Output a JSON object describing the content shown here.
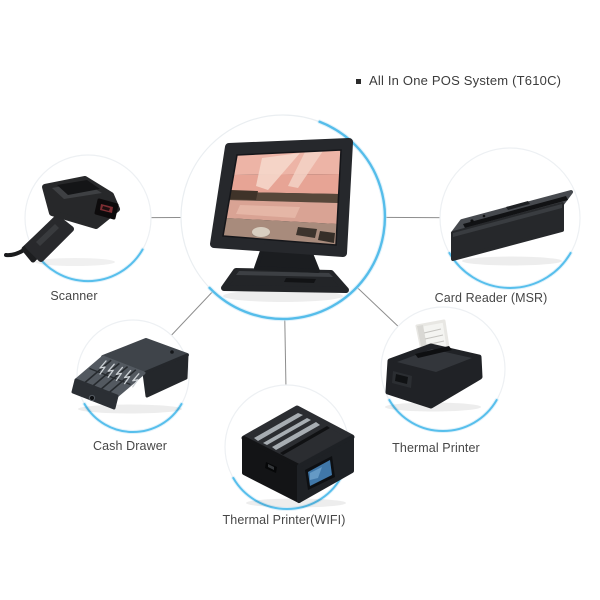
{
  "header": {
    "product_title": "All In One POS System (T610C)"
  },
  "diagram": {
    "center": {
      "id": "all-in-one-pos-terminal",
      "device": "touchscreen POS terminal"
    },
    "peripherals": [
      {
        "id": "scanner",
        "label": "Scanner",
        "position": "left"
      },
      {
        "id": "card-reader-msr",
        "label": "Card Reader (MSR)",
        "position": "right"
      },
      {
        "id": "cash-drawer",
        "label": "Cash Drawer",
        "position": "bottom-left"
      },
      {
        "id": "thermal-printer",
        "label": "Thermal Printer",
        "position": "bottom-right"
      },
      {
        "id": "thermal-printer-wifi",
        "label": "Thermal Printer(WIFI)",
        "position": "bottom-center"
      }
    ]
  },
  "colors": {
    "background": "#ffffff",
    "accent_blue_arc": "#55bdea",
    "connector_line": "#8d8d8d",
    "label_text": "#474747",
    "title_text": "#3c3c3c"
  }
}
